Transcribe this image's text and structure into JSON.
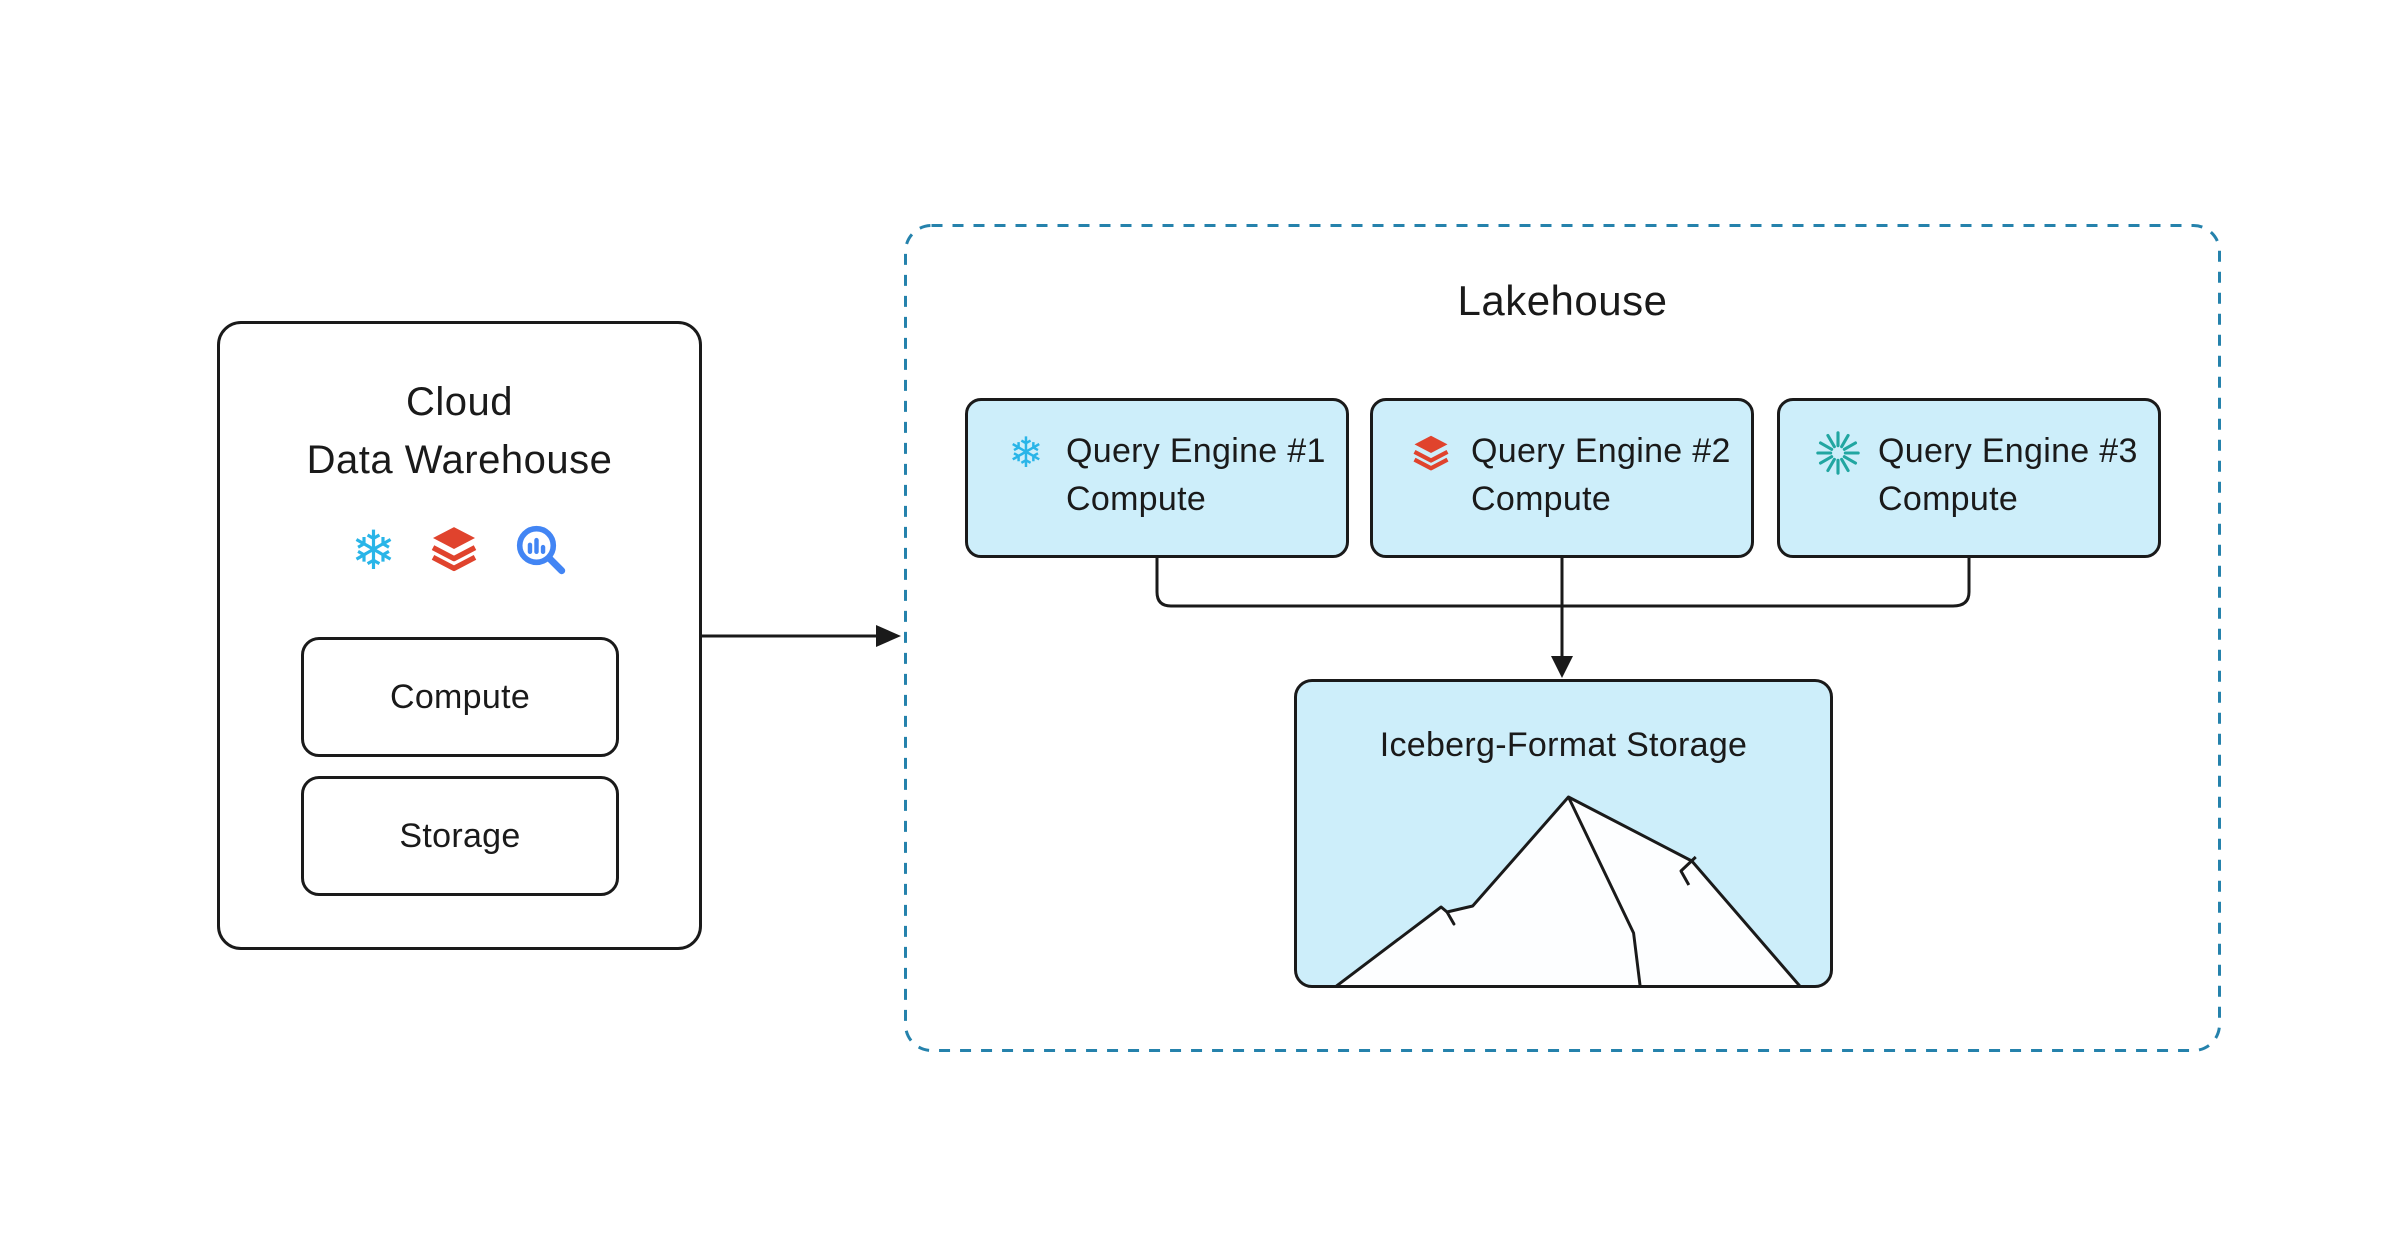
{
  "glyphs": {
    "snowflake": "❄"
  },
  "warehouse": {
    "title_line1": "Cloud",
    "title_line2": "Data Warehouse",
    "icons": [
      "snowflake-icon",
      "databricks-icon",
      "bigquery-icon"
    ],
    "compute_label": "Compute",
    "storage_label": "Storage"
  },
  "lakehouse": {
    "title": "Lakehouse",
    "engines": [
      {
        "icon": "snowflake-icon",
        "line1": "Query Engine #1",
        "line2": "Compute"
      },
      {
        "icon": "databricks-icon",
        "line1": "Query Engine #2",
        "line2": "Compute"
      },
      {
        "icon": "starburst-icon",
        "line1": "Query Engine #3",
        "line2": "Compute"
      }
    ],
    "storage_label": "Iceberg-Format Storage"
  },
  "colors": {
    "node_fill_light_blue": "#CDEEFA",
    "dashed_border_blue": "#2582AC",
    "outline_dark": "#1A1A1A",
    "snowflake_blue": "#29B5E8",
    "databricks_red": "#E0432D",
    "bigquery_blue": "#4285F4",
    "starburst_teal": "#21A6A1"
  }
}
